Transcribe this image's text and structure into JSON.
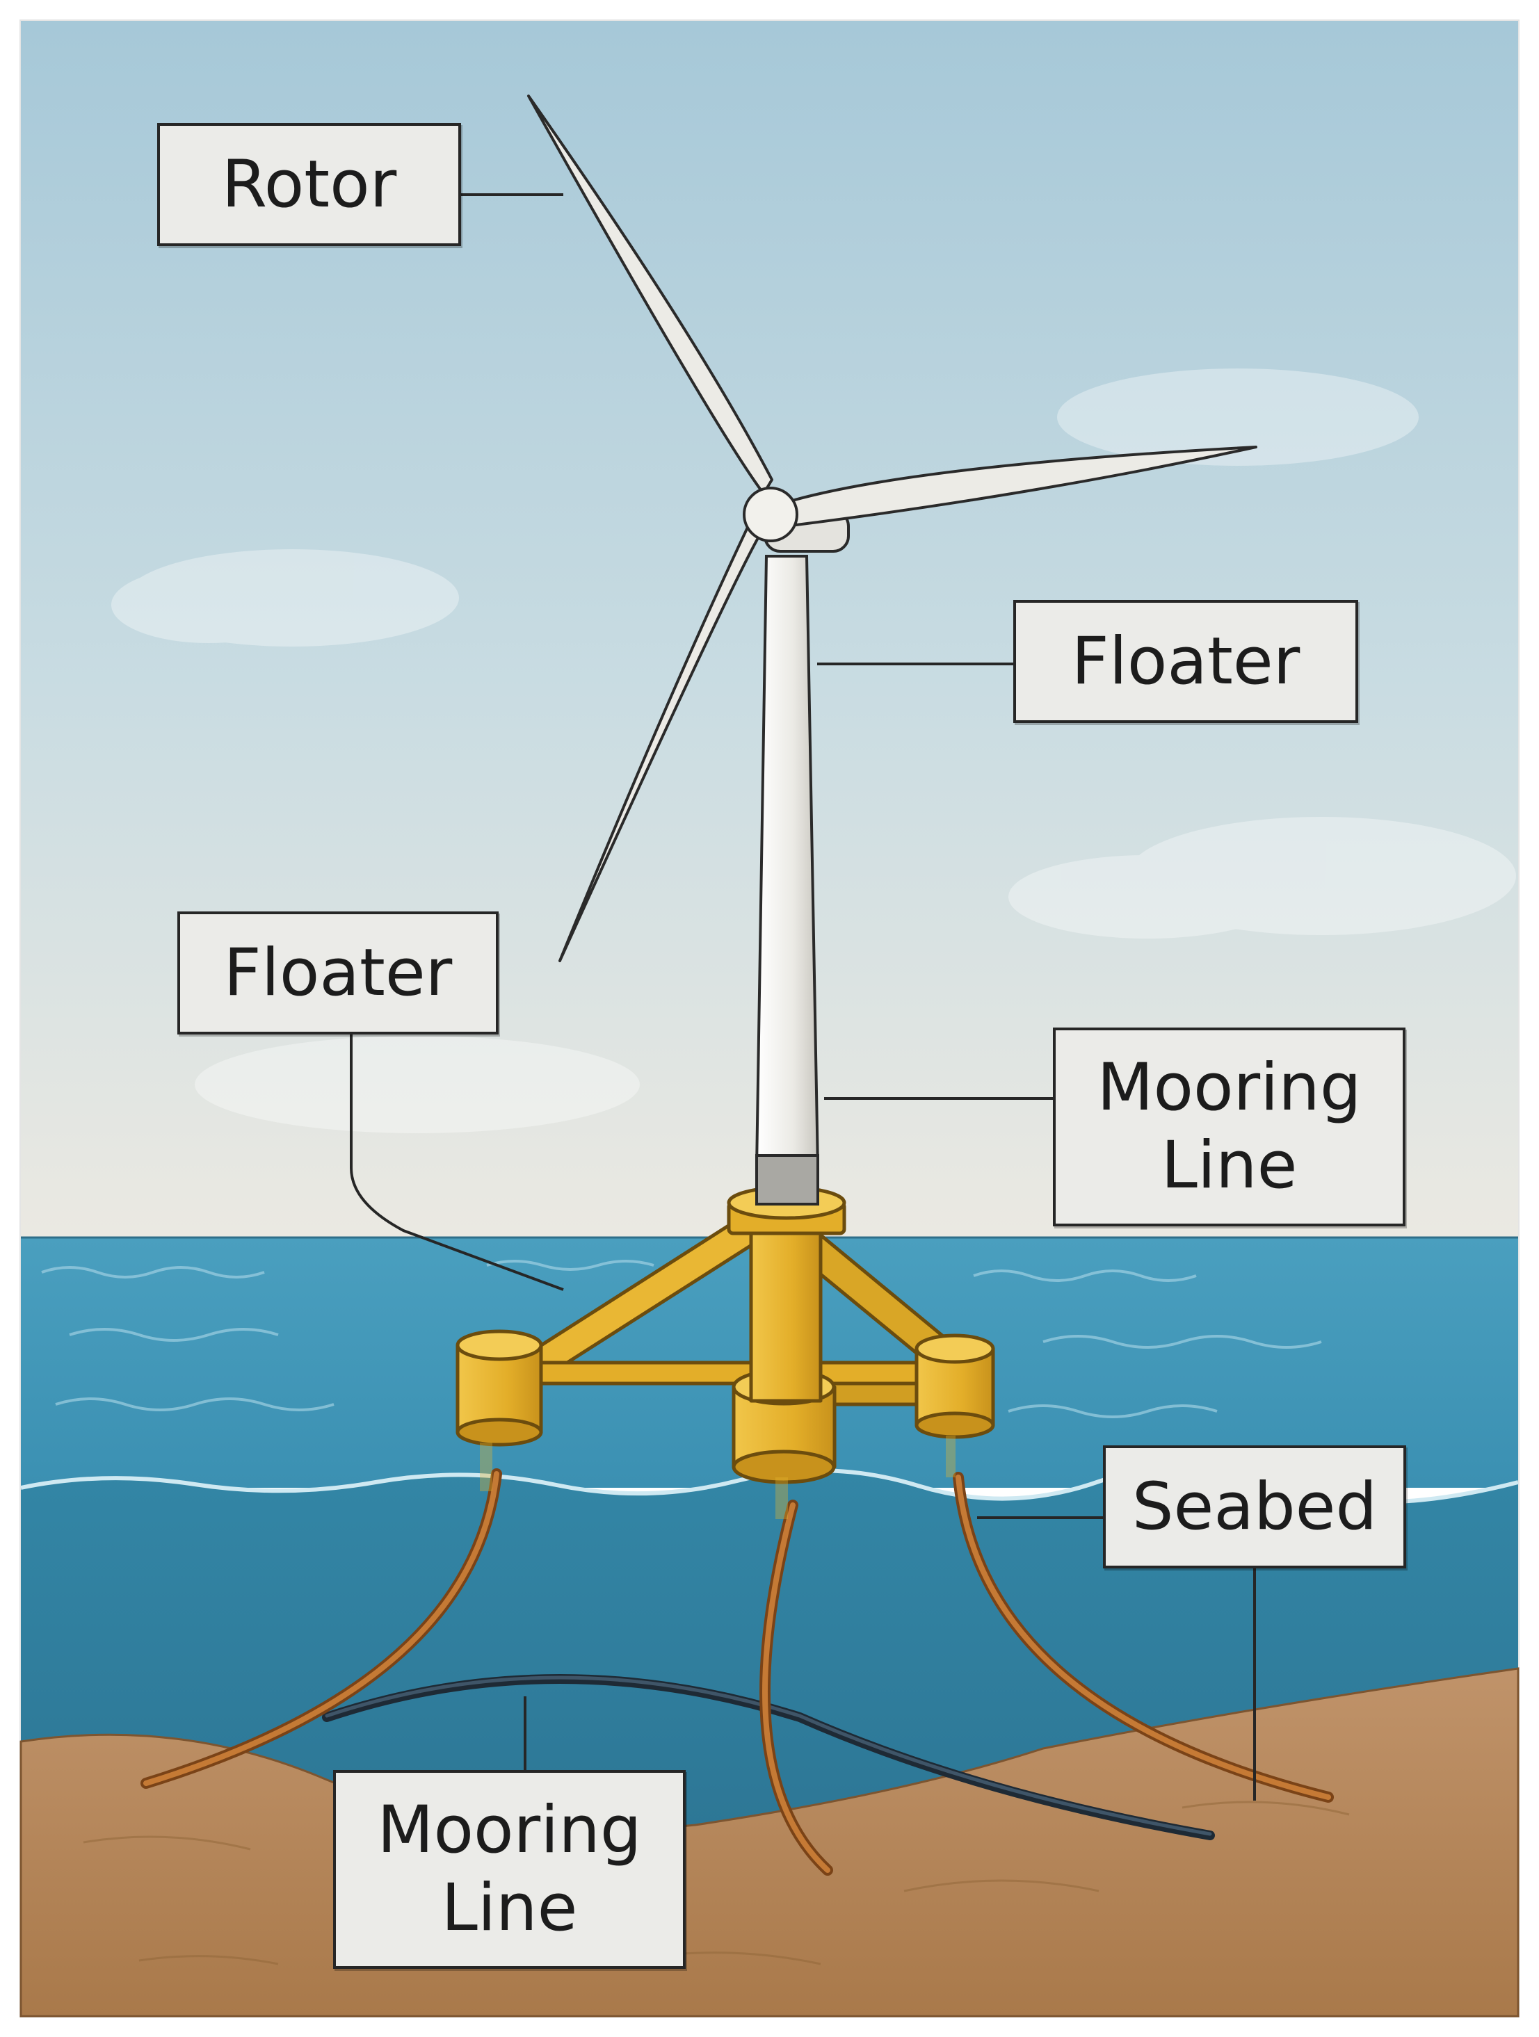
{
  "labels": {
    "rotor": "Rotor",
    "floater_right": "Floater",
    "floater_left": "Floater",
    "mooring_right_line1": "Mooring",
    "mooring_right_line2": "Line",
    "seabed": "Seabed",
    "mooring_bottom_line1": "Mooring",
    "mooring_bottom_line2": "Line"
  },
  "colors": {
    "sky_top": "#a9cad9",
    "sky_horizon": "#ebe9e2",
    "sea_surface": "#3f95b5",
    "sea_deep": "#2d7a98",
    "floater_yellow": "#e6b42d",
    "mooring_line": "#b5692a",
    "power_cable": "#2c3a48",
    "seabed": "#b8885a",
    "turbine_white": "#ecebe7",
    "label_fill": "#ebebe8",
    "outline": "#262626"
  }
}
